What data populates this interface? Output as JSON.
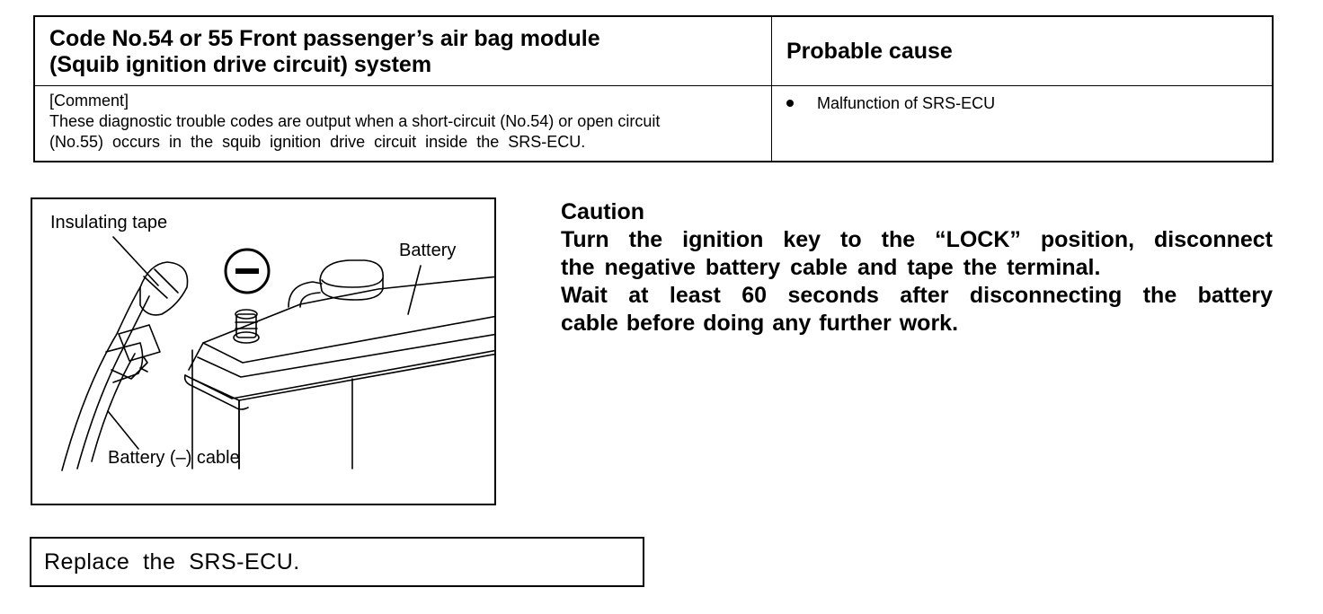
{
  "table": {
    "code_title_line1": "Code No.54 or 55  Front passenger’s air bag module",
    "code_title_line2": "(Squib ignition drive circuit) system",
    "cause_header": "Probable cause",
    "comment_label": "[Comment]",
    "comment_line1": "These diagnostic trouble codes are output when a short-circuit (No.54) or open circuit",
    "comment_line2": "(No.55)  occurs  in  the  squib  ignition  drive  circuit  inside  the  SRS-ECU.",
    "causes": [
      "Malfunction of SRS-ECU"
    ]
  },
  "illustration": {
    "label_tape": "Insulating tape",
    "label_battery": "Battery",
    "label_cable": "Battery (–) cable"
  },
  "caution": {
    "heading": "Caution",
    "line1": "Turn the ignition key to the “LOCK” position, disconnect",
    "line2": "the negative battery cable and tape the terminal.",
    "line3": "Wait at least 60 seconds after disconnecting the battery",
    "line4": "cable before doing any further work."
  },
  "action": {
    "text": "Replace  the  SRS-ECU."
  }
}
